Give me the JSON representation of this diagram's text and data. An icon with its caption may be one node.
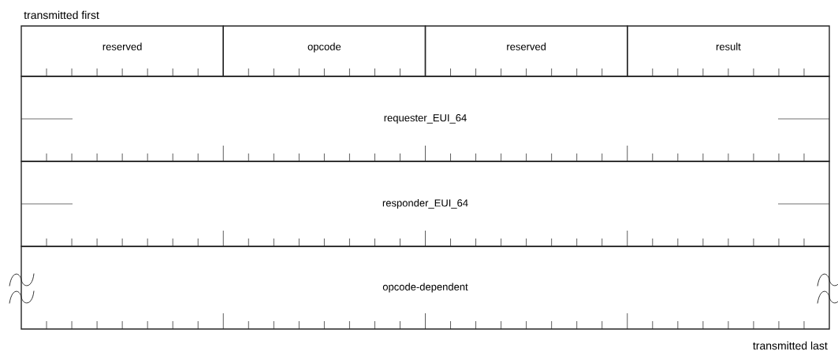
{
  "diagram": {
    "nodes": [
      {
        "text": [
          "reserved"
        ]
      },
      {
        "text": [
          "opcode"
        ]
      },
      {
        "text": [
          "reserved"
        ]
      },
      {
        "text": [
          "result"
        ]
      },
      {
        "text": [
          "requester_EUI_64"
        ]
      },
      {
        "text": [
          "responder_EUI_64"
        ]
      },
      {
        "text": [
          "opcode-dependent"
        ]
      }
    ],
    "labels": [
      "transmitted first",
      "transmitted last"
    ]
  }
}
